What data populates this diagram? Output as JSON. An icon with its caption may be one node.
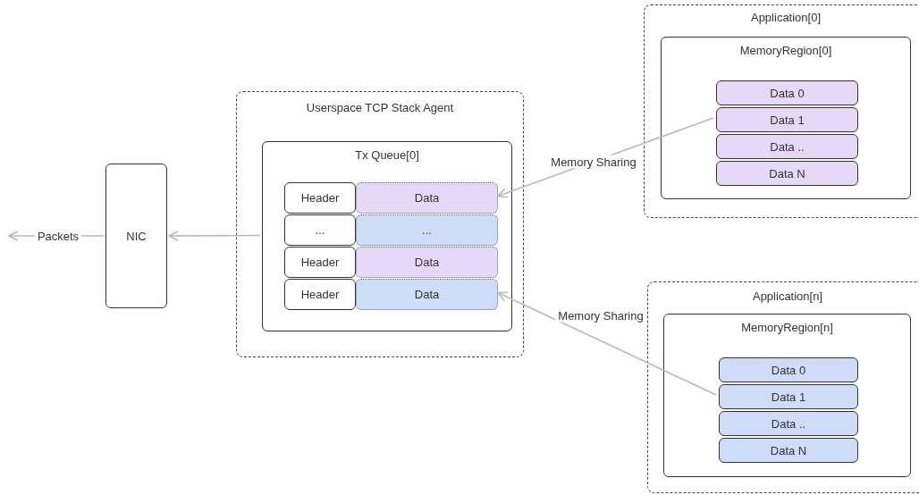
{
  "diagram": {
    "nodes": [
      {
        "text": [
          "NIC"
        ]
      },
      {
        "text": [
          "Userspace TCP Stack Agent"
        ]
      },
      {
        "text": [
          "Tx Queue[0]"
        ],
        "in": 1
      },
      {
        "text": [
          "Header"
        ],
        "in": 2
      },
      {
        "text": [
          "Data"
        ],
        "in": 2
      },
      {
        "text": [
          "..."
        ],
        "in": 2
      },
      {
        "text": [
          "..."
        ],
        "in": 2
      },
      {
        "text": [
          "Header"
        ],
        "in": 2
      },
      {
        "text": [
          "Data"
        ],
        "in": 2
      },
      {
        "text": [
          "Header"
        ],
        "in": 2
      },
      {
        "text": [
          "Data"
        ],
        "in": 2
      },
      {
        "text": [
          "Application[0]"
        ]
      },
      {
        "text": [
          "MemoryRegion[0]"
        ],
        "in": 11
      },
      {
        "text": [
          "Data 0"
        ],
        "in": 12
      },
      {
        "text": [
          "Data 1"
        ],
        "in": 12
      },
      {
        "text": [
          "Data .."
        ],
        "in": 12
      },
      {
        "text": [
          "Data N"
        ],
        "in": 12
      },
      {
        "text": [
          "Application[n]"
        ]
      },
      {
        "text": [
          "MemoryRegion[n]"
        ],
        "in": 17
      },
      {
        "text": [
          "Data 0"
        ],
        "in": 18
      },
      {
        "text": [
          "Data 1"
        ],
        "in": 18
      },
      {
        "text": [
          "Data .."
        ],
        "in": 18
      },
      {
        "text": [
          "Data N"
        ],
        "in": 18
      }
    ],
    "edges": [
      {
        "from": 0,
        "to": null,
        "arrow": "to",
        "label": "Packets"
      },
      {
        "from": 2,
        "to": 0,
        "arrow": "to"
      },
      {
        "from": 14,
        "to": 4,
        "arrow": "to",
        "label": "Memory Sharing"
      },
      {
        "from": 20,
        "to": 10,
        "arrow": "to",
        "label": "Memory Sharing"
      }
    ]
  }
}
